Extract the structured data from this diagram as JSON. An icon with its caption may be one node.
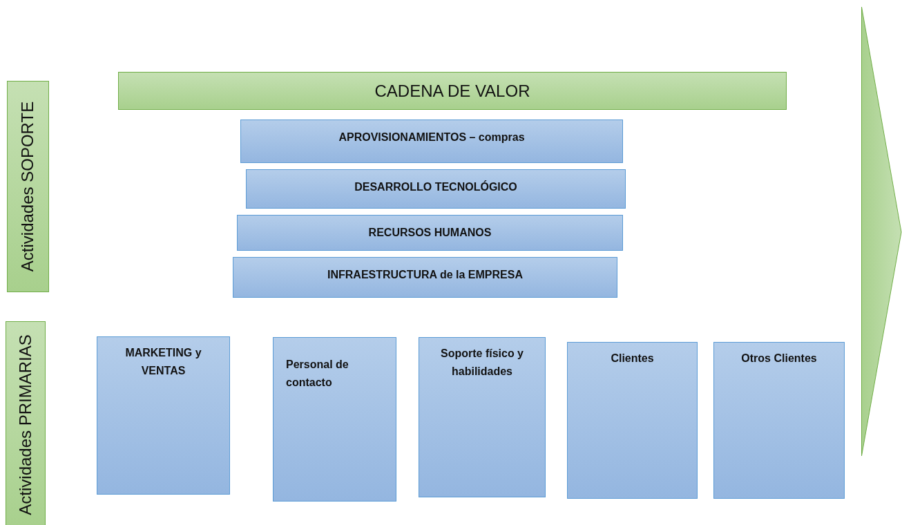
{
  "diagram": {
    "nodes": [
      {
        "text": [
          "Actividades SOPORTE"
        ]
      },
      {
        "text": [
          "Actividades PRIMARIAS"
        ]
      },
      {
        "text": [
          "CADENA DE VALOR"
        ]
      },
      {
        "text": [
          "APROVISIONAMIENTOS – compras"
        ]
      },
      {
        "text": [
          "DESARROLLO TECNOLÓGICO"
        ]
      },
      {
        "text": [
          "RECURSOS HUMANOS"
        ]
      },
      {
        "text": [
          "INFRAESTRUCTURA de la EMPRESA"
        ]
      },
      {
        "text": [
          "MARKETING y VENTAS"
        ]
      },
      {
        "text": [
          "Personal de contacto"
        ]
      },
      {
        "text": [
          "Soporte físico y habilidades"
        ]
      },
      {
        "text": [
          "Clientes"
        ]
      },
      {
        "text": [
          "Otros Clientes"
        ]
      }
    ]
  }
}
